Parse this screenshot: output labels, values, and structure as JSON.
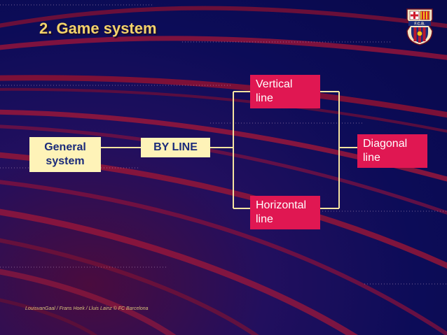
{
  "slide": {
    "title": "2. Game system",
    "credit": "LouisvanGaal / Frans Hoek / Lluis Lainz © FC Barcelona",
    "logo": {
      "icon": "fc-barcelona-crest-icon",
      "text": "F.C.B."
    }
  },
  "diagram": {
    "nodes": {
      "general": {
        "line1": "General",
        "line2": "system"
      },
      "by_line": "BY LINE",
      "vertical": {
        "line1": "Vertical",
        "line2": "line"
      },
      "horizontal": {
        "line1": "Horizontal",
        "line2": "line"
      },
      "diagonal": {
        "line1": "Diagonal",
        "line2": "line"
      }
    },
    "edges": [
      [
        "general",
        "by_line"
      ],
      [
        "by_line",
        "vertical"
      ],
      [
        "by_line",
        "horizontal"
      ],
      [
        "vertical",
        "diagonal"
      ],
      [
        "horizontal",
        "diagonal"
      ]
    ]
  },
  "colors": {
    "background": "#0c0c58",
    "title": "#f3d36a",
    "highlight_box": "#fef3b8",
    "option_box": "#e01752",
    "connector": "#f5e4a0"
  }
}
